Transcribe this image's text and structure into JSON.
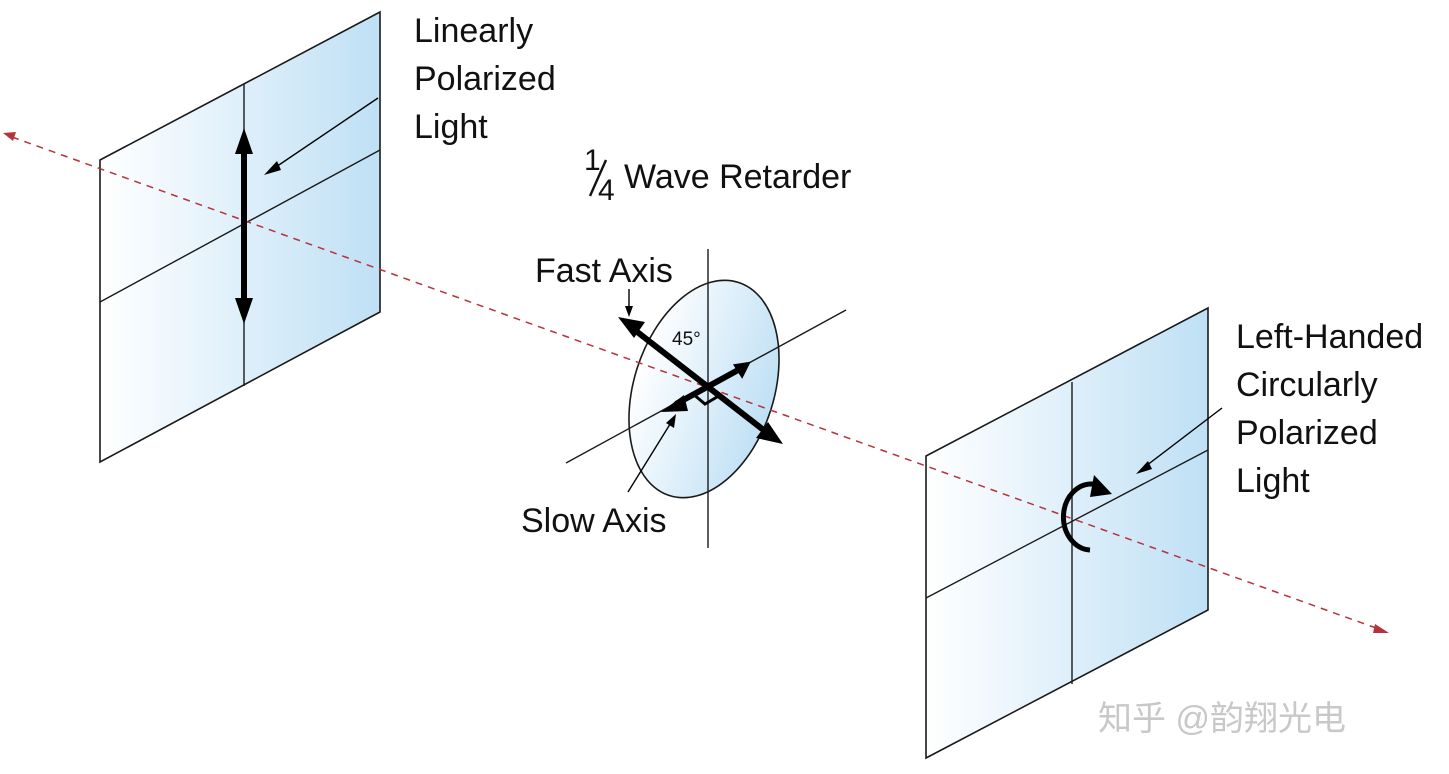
{
  "labels": {
    "linear": [
      "Linearly",
      "Polarized",
      "Light"
    ],
    "retarder_fraction_num": "1",
    "retarder_fraction_den": "4",
    "retarder_text": "Wave Retarder",
    "fast_axis": "Fast Axis",
    "slow_axis": "Slow Axis",
    "angle": "45°",
    "circular": [
      "Left-Handed",
      "Circularly",
      "Polarized",
      "Light"
    ]
  },
  "watermark": "知乎 @韵翔光电",
  "colors": {
    "beam": "#b5333a",
    "panel_edge": "#1a1a1a",
    "panel_light": "#ffffff",
    "panel_tint": "#bfe0f5",
    "arrow": "#000000"
  }
}
